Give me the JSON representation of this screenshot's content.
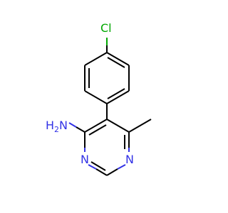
{
  "molecule": {
    "atoms": {
      "chlorine": "Cl",
      "amine": "H2N",
      "ring_n1": "N",
      "ring_n3": "N"
    },
    "colors": {
      "carbon_bond": "#000000",
      "nitrogen": "#3232e6",
      "chlorine": "#00a800",
      "background": "#ffffff"
    }
  }
}
